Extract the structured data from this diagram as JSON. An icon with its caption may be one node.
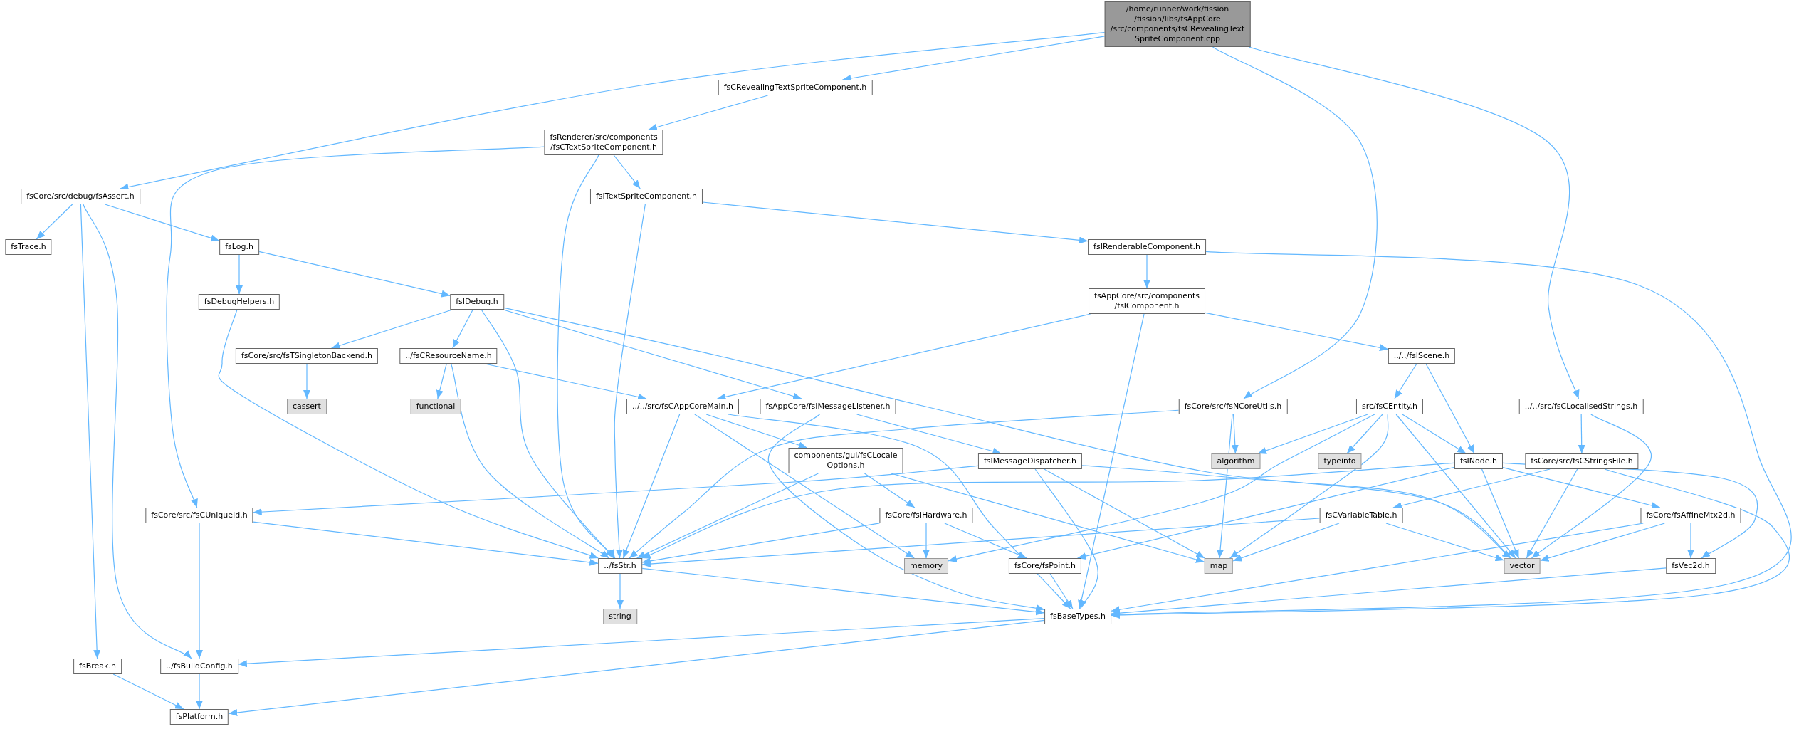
{
  "diagram": {
    "nodes": [
      {
        "text": [
          "/home/runner/work/fission /fission/libs/fsAppCore /src/components/fsCRevealingText SpriteComponent.cpp"
        ]
      },
      {
        "text": [
          "fsCRevealingTextSpriteComponent.h"
        ]
      },
      {
        "text": [
          "fsRenderer/src/components /fsCTextSpriteComponent.h"
        ]
      },
      {
        "text": [
          "fsCore/src/debug/fsAssert.h"
        ]
      },
      {
        "text": [
          "fsITextSpriteComponent.h"
        ]
      },
      {
        "text": [
          "fsTrace.h"
        ]
      },
      {
        "text": [
          "fsLog.h"
        ]
      },
      {
        "text": [
          "fsIRenderableComponent.h"
        ]
      },
      {
        "text": [
          "fsDebugHelpers.h"
        ]
      },
      {
        "text": [
          "fsIDebug.h"
        ]
      },
      {
        "text": [
          "fsAppCore/src/components /fsIComponent.h"
        ]
      },
      {
        "text": [
          "fsCore/src/fsTSingletonBackend.h"
        ]
      },
      {
        "text": [
          "../fsCResourceName.h"
        ]
      },
      {
        "text": [
          "../../fsIScene.h"
        ]
      },
      {
        "text": [
          "cassert"
        ]
      },
      {
        "text": [
          "functional"
        ]
      },
      {
        "text": [
          "../../src/fsCAppCoreMain.h"
        ]
      },
      {
        "text": [
          "fsAppCore/fsIMessageListener.h"
        ]
      },
      {
        "text": [
          "fsCore/src/fsNCoreUtils.h"
        ]
      },
      {
        "text": [
          "src/fsCEntity.h"
        ]
      },
      {
        "text": [
          "../../src/fsCLocalisedStrings.h"
        ]
      },
      {
        "text": [
          "components/gui/fsCLocale Options.h"
        ]
      },
      {
        "text": [
          "fsIMessageDispatcher.h"
        ]
      },
      {
        "text": [
          "algorithm"
        ]
      },
      {
        "text": [
          "typeinfo"
        ]
      },
      {
        "text": [
          "fsINode.h"
        ]
      },
      {
        "text": [
          "fsCore/src/fsCStringsFile.h"
        ]
      },
      {
        "text": [
          "fsCore/src/fsCUniqueId.h"
        ]
      },
      {
        "text": [
          "fsCore/fsIHardware.h"
        ]
      },
      {
        "text": [
          "fsCVariableTable.h"
        ]
      },
      {
        "text": [
          "fsCore/fsAffineMtx2d.h"
        ]
      },
      {
        "text": [
          "../fsStr.h"
        ]
      },
      {
        "text": [
          "memory"
        ]
      },
      {
        "text": [
          "fsCore/fsPoint.h"
        ]
      },
      {
        "text": [
          "map"
        ]
      },
      {
        "text": [
          "vector"
        ]
      },
      {
        "text": [
          "fsVec2d.h"
        ]
      },
      {
        "text": [
          "string"
        ]
      },
      {
        "text": [
          "fsBaseTypes.h"
        ]
      },
      {
        "text": [
          "fsBreak.h"
        ]
      },
      {
        "text": [
          "../fsBuildConfig.h"
        ]
      },
      {
        "text": [
          "fsPlatform.h"
        ]
      }
    ],
    "edges": [
      {
        "from": 0,
        "to": 3,
        "arrow": "to"
      },
      {
        "from": 0,
        "to": 1,
        "arrow": "to"
      },
      {
        "from": 0,
        "to": 18,
        "arrow": "to"
      },
      {
        "from": 0,
        "to": 20,
        "arrow": "to"
      },
      {
        "from": 1,
        "to": 2,
        "arrow": "to"
      },
      {
        "from": 2,
        "to": 4,
        "arrow": "to"
      },
      {
        "from": 2,
        "to": 31,
        "arrow": "to"
      },
      {
        "from": 2,
        "to": 27,
        "arrow": "to"
      },
      {
        "from": 3,
        "to": 5,
        "arrow": "to"
      },
      {
        "from": 3,
        "to": 6,
        "arrow": "to"
      },
      {
        "from": 3,
        "to": 39,
        "arrow": "to"
      },
      {
        "from": 3,
        "to": 40,
        "arrow": "to"
      },
      {
        "from": 6,
        "to": 8,
        "arrow": "to"
      },
      {
        "from": 6,
        "to": 9,
        "arrow": "to"
      },
      {
        "from": 8,
        "to": 31,
        "arrow": "to"
      },
      {
        "from": 9,
        "to": 11,
        "arrow": "to"
      },
      {
        "from": 9,
        "to": 12,
        "arrow": "to"
      },
      {
        "from": 9,
        "to": 31,
        "arrow": "to"
      },
      {
        "from": 9,
        "to": 17,
        "arrow": "to"
      },
      {
        "from": 9,
        "to": 35,
        "arrow": "to"
      },
      {
        "from": 11,
        "to": 14,
        "arrow": "to"
      },
      {
        "from": 12,
        "to": 15,
        "arrow": "to"
      },
      {
        "from": 12,
        "to": 31,
        "arrow": "to"
      },
      {
        "from": 12,
        "to": 16,
        "arrow": "to"
      },
      {
        "from": 4,
        "to": 7,
        "arrow": "to"
      },
      {
        "from": 4,
        "to": 31,
        "arrow": "to"
      },
      {
        "from": 7,
        "to": 10,
        "arrow": "to"
      },
      {
        "from": 7,
        "to": 38,
        "arrow": "to"
      },
      {
        "from": 10,
        "to": 16,
        "arrow": "to"
      },
      {
        "from": 10,
        "to": 13,
        "arrow": "to"
      },
      {
        "from": 10,
        "to": 38,
        "arrow": "to"
      },
      {
        "from": 13,
        "to": 19,
        "arrow": "to"
      },
      {
        "from": 13,
        "to": 25,
        "arrow": "to"
      },
      {
        "from": 18,
        "to": 23,
        "arrow": "to"
      },
      {
        "from": 18,
        "to": 34,
        "arrow": "to"
      },
      {
        "from": 18,
        "to": 31,
        "arrow": "to"
      },
      {
        "from": 19,
        "to": 23,
        "arrow": "to"
      },
      {
        "from": 19,
        "to": 24,
        "arrow": "to"
      },
      {
        "from": 19,
        "to": 25,
        "arrow": "to"
      },
      {
        "from": 19,
        "to": 35,
        "arrow": "to"
      },
      {
        "from": 19,
        "to": 34,
        "arrow": "to"
      },
      {
        "from": 19,
        "to": 32,
        "arrow": "to"
      },
      {
        "from": 20,
        "to": 26,
        "arrow": "to"
      },
      {
        "from": 20,
        "to": 35,
        "arrow": "to"
      },
      {
        "from": 25,
        "to": 31,
        "arrow": "to"
      },
      {
        "from": 25,
        "to": 33,
        "arrow": "to"
      },
      {
        "from": 25,
        "to": 35,
        "arrow": "to"
      },
      {
        "from": 25,
        "to": 30,
        "arrow": "to"
      },
      {
        "from": 25,
        "to": 36,
        "arrow": "to"
      },
      {
        "from": 26,
        "to": 29,
        "arrow": "to"
      },
      {
        "from": 26,
        "to": 35,
        "arrow": "to"
      },
      {
        "from": 26,
        "to": 38,
        "arrow": "to"
      },
      {
        "from": 22,
        "to": 38,
        "arrow": "to"
      },
      {
        "from": 22,
        "to": 34,
        "arrow": "to"
      },
      {
        "from": 22,
        "to": 35,
        "arrow": "to"
      },
      {
        "from": 22,
        "to": 27,
        "arrow": "to"
      },
      {
        "from": 17,
        "to": 22,
        "arrow": "to"
      },
      {
        "from": 17,
        "to": 38,
        "arrow": "to"
      },
      {
        "from": 16,
        "to": 31,
        "arrow": "to"
      },
      {
        "from": 16,
        "to": 32,
        "arrow": "to"
      },
      {
        "from": 16,
        "to": 21,
        "arrow": "to"
      },
      {
        "from": 16,
        "to": 38,
        "arrow": "to"
      },
      {
        "from": 21,
        "to": 31,
        "arrow": "to"
      },
      {
        "from": 21,
        "to": 28,
        "arrow": "to"
      },
      {
        "from": 21,
        "to": 34,
        "arrow": "to"
      },
      {
        "from": 28,
        "to": 31,
        "arrow": "to"
      },
      {
        "from": 28,
        "to": 32,
        "arrow": "to"
      },
      {
        "from": 28,
        "to": 33,
        "arrow": "to"
      },
      {
        "from": 33,
        "to": 38,
        "arrow": "to"
      },
      {
        "from": 31,
        "to": 37,
        "arrow": "to"
      },
      {
        "from": 31,
        "to": 38,
        "arrow": "to"
      },
      {
        "from": 38,
        "to": 40,
        "arrow": "to"
      },
      {
        "from": 38,
        "to": 41,
        "arrow": "to"
      },
      {
        "from": 39,
        "to": 41,
        "arrow": "to"
      },
      {
        "from": 40,
        "to": 41,
        "arrow": "to"
      },
      {
        "from": 27,
        "to": 40,
        "arrow": "to"
      },
      {
        "from": 27,
        "to": 31,
        "arrow": "to"
      },
      {
        "from": 29,
        "to": 31,
        "arrow": "to"
      },
      {
        "from": 29,
        "to": 34,
        "arrow": "to"
      },
      {
        "from": 29,
        "to": 35,
        "arrow": "to"
      },
      {
        "from": 30,
        "to": 35,
        "arrow": "to"
      },
      {
        "from": 30,
        "to": 36,
        "arrow": "to"
      },
      {
        "from": 30,
        "to": 38,
        "arrow": "to"
      },
      {
        "from": 36,
        "to": 38,
        "arrow": "to"
      }
    ]
  }
}
